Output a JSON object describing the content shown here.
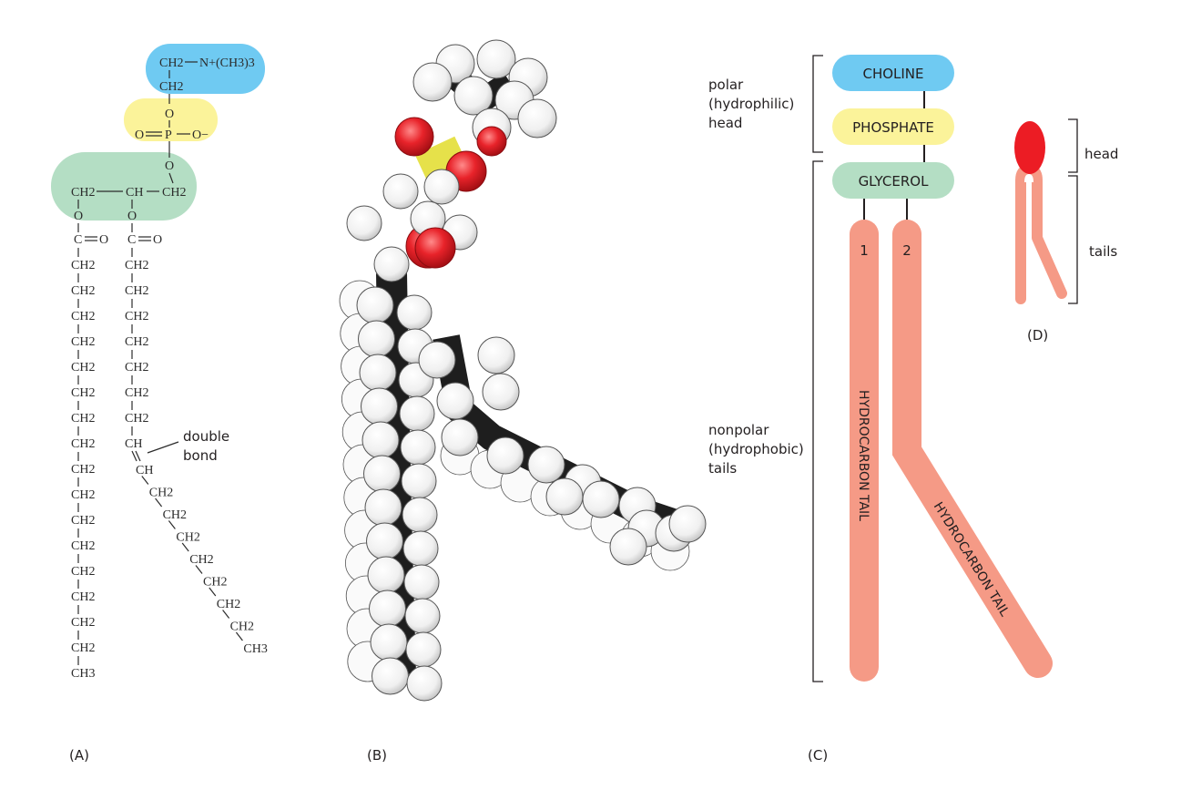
{
  "panel_a": {
    "caption": "(A)",
    "choline": {
      "top": "CH2",
      "n_group": "N+(CH3)3",
      "bottom": "CH2",
      "color": "#6fcaf2"
    },
    "phosphate": {
      "o_top": "O",
      "o_left": "O",
      "p": "P",
      "o_right": "O−",
      "color": "#fbf39a"
    },
    "glycerol": {
      "o_top": "O",
      "c1": "CH2",
      "c2": "CH",
      "c3": "CH2",
      "color": "#b4dec4"
    },
    "ester": {
      "o1": "O",
      "o2": "O",
      "c1": "C",
      "c1o": "O",
      "c2": "C",
      "c2o": "O"
    },
    "chain1": [
      "CH2",
      "CH2",
      "CH2",
      "CH2",
      "CH2",
      "CH2",
      "CH2",
      "CH2",
      "CH2",
      "CH2",
      "CH2",
      "CH2",
      "CH2",
      "CH2",
      "CH2",
      "CH2",
      "CH3"
    ],
    "chain2_straight": [
      "CH2",
      "CH2",
      "CH2",
      "CH2",
      "CH2",
      "CH2",
      "CH2",
      "CH"
    ],
    "chain2_kinked": [
      "CH",
      "CH2",
      "CH2",
      "CH2",
      "CH2",
      "CH2",
      "CH2",
      "CH2",
      "CH3"
    ],
    "double_bond_label": [
      "double",
      "bond"
    ]
  },
  "panel_b": {
    "caption": "(B)",
    "colors": {
      "hydrogen": "#f4f4f4",
      "oxygen": "#e8232a",
      "phosphorus": "#e6e14a",
      "carbon": "#1e1e1e"
    }
  },
  "panel_c": {
    "caption": "(C)",
    "head_label": [
      "polar",
      "(hydrophilic)",
      "head"
    ],
    "tail_label": [
      "nonpolar",
      "(hydrophobic)",
      "tails"
    ],
    "choline": "CHOLINE",
    "phosphate": "PHOSPHATE",
    "glycerol": "GLYCEROL",
    "tail1_number": "1",
    "tail2_number": "2",
    "tail1_label": "HYDROCARBON TAIL",
    "tail2_label": "HYDROCARBON TAIL",
    "colors": {
      "choline": "#6fcaf2",
      "phosphate": "#fbf39a",
      "glycerol": "#b4dec4",
      "tail": "#f59a86"
    }
  },
  "panel_d": {
    "caption": "(D)",
    "head_label": "head",
    "tails_label": "tails",
    "colors": {
      "head": "#ec1c24",
      "tail": "#f59a86"
    }
  }
}
